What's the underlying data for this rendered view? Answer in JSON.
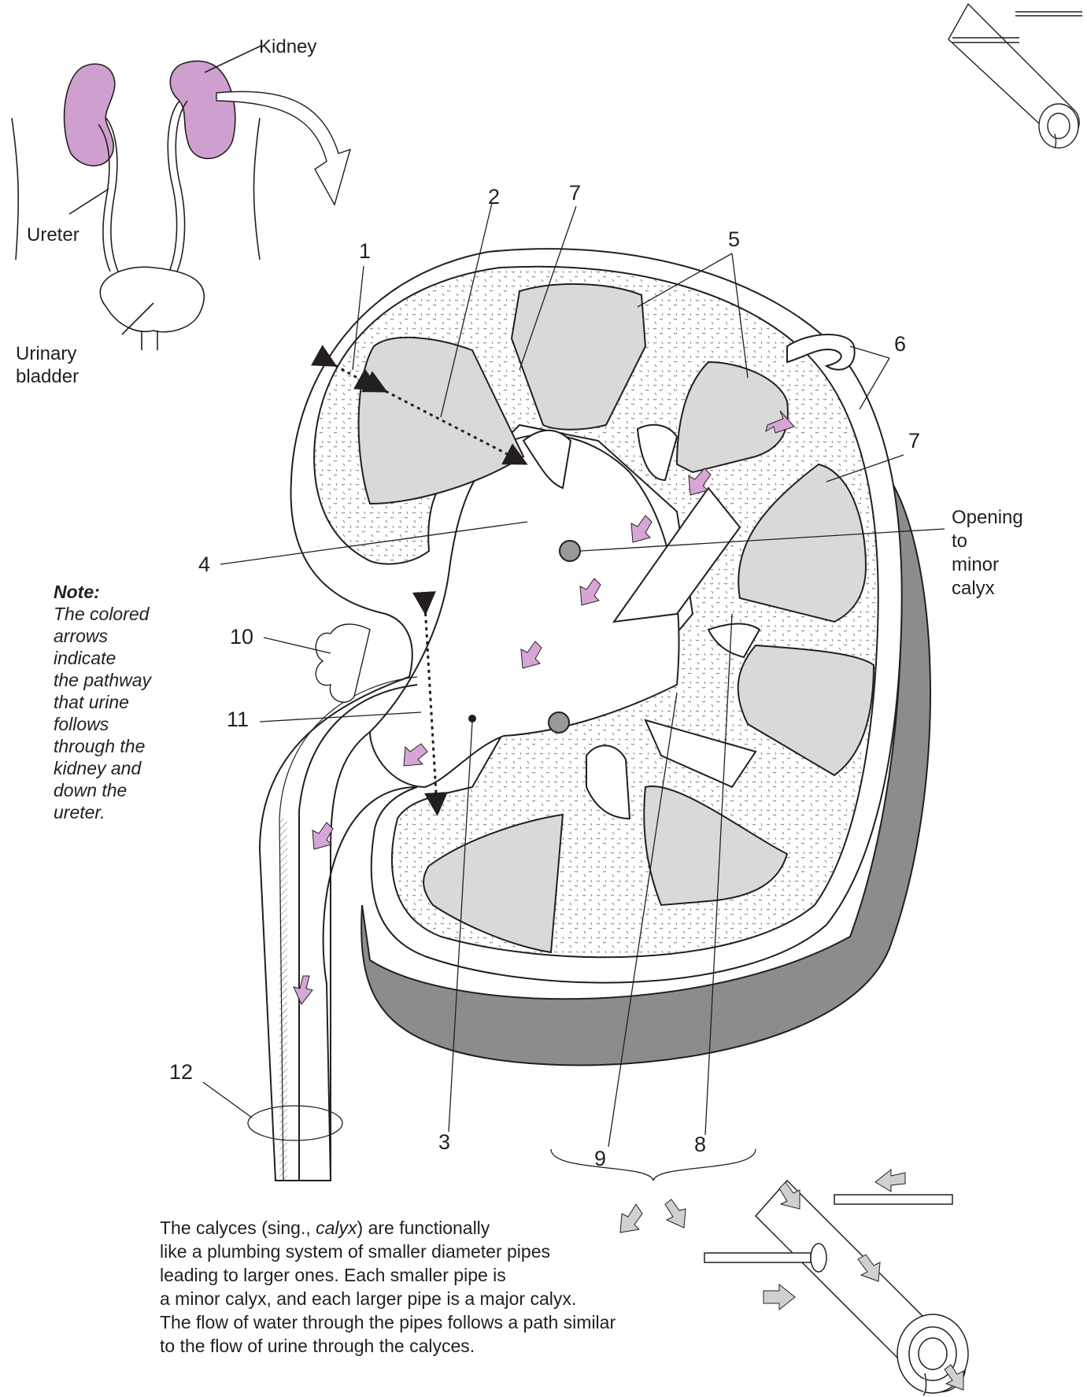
{
  "labels": {
    "kidney": "Kidney",
    "ureter": "Ureter",
    "urinary_bladder": [
      "Urinary",
      "bladder"
    ],
    "opening_minor_calyx": [
      "Opening",
      "to",
      "minor",
      "calyx"
    ],
    "numbers": {
      "n1": "1",
      "n2": "2",
      "n3": "3",
      "n4": "4",
      "n5": "5",
      "n6": "6",
      "n7a": "7",
      "n7b": "7",
      "n8": "8",
      "n9": "9",
      "n10": "10",
      "n11": "11",
      "n12": "12"
    }
  },
  "note": {
    "title": "Note:",
    "lines": [
      "The colored",
      "arrows",
      "indicate",
      "the pathway",
      "that urine",
      "follows",
      "through the",
      "kidney and",
      "down the",
      "ureter."
    ]
  },
  "caption": {
    "line1_pre": "The calyces (sing., ",
    "line1_em": "calyx",
    "line1_post": ") are functionally",
    "lines": [
      "like a plumbing system of smaller diameter pipes",
      "leading to larger ones. Each smaller pipe is",
      "a minor calyx, and each larger pipe is a major calyx.",
      "The flow of water through the pipes follows a path similar",
      "to the flow of urine through the calyces."
    ]
  },
  "colors": {
    "kidney_pink": "#cfa0cf",
    "pyramid_gray": "#d9d9d9",
    "capsule_dark": "#8c8c8c",
    "arrow_pink": "#d8a6d6",
    "pipe_arrow_gray": "#d0d0d0",
    "ink": "#231f20"
  }
}
